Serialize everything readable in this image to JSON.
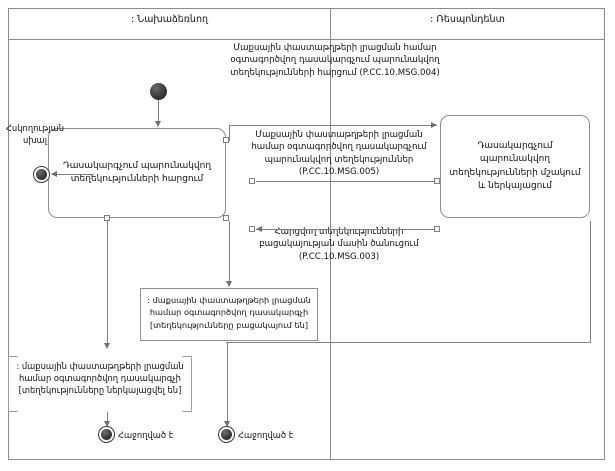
{
  "diagram": {
    "type": "uml-activity-diagram",
    "language": "hy",
    "frame_border_color": "#888c8f",
    "line_color": "#7d8184",
    "text_color": "#111111"
  },
  "lanes": [
    {
      "id": "initiator",
      "title": ": Նախաձեռնող"
    },
    {
      "id": "respondent",
      "title": ": Ռեսպոնդենտ"
    }
  ],
  "nodes": {
    "start": {
      "name": "initial-node"
    },
    "activity_request": {
      "label": "Դասակարգչում պարունակվող տեղեկությունների հարցում"
    },
    "activity_process": {
      "label": "Դասակարգչում պարունակվող տեղեկությունների մշակում և ներկայացում"
    },
    "end_error": {
      "name": "final-node-error"
    },
    "end_left": {
      "name": "final-node-left",
      "label": "Հաջողված է"
    },
    "end_right": {
      "name": "final-node-right",
      "label": "Հաջողված է"
    }
  },
  "messages": {
    "msg_004": "Մաքսային փաստաթղթերի լրացման համար օգտագործվող դասակարգչում պարունակվող տեղեկությունների հարցում (P.CC.10.MSG.004)",
    "msg_005": "Մաքսային փաստաթղթերի լրացման համար օգտագործվող դասակարգչում պարունակվող տեղեկություններ (P.CC.10.MSG.005)",
    "msg_003": "Հարցվող տեղեկությունների բացակայության մասին ծանուցում (P.CC.10.MSG.003)"
  },
  "labels": {
    "error_flow": "Հսկողության սխալ",
    "note_absent": ": մաքսային փաստաթղթերի լրացման համար օգտագործվող դասակարգչի [տեղեկությունները բացակայում են]",
    "state_presented": ": մաքսային փաստաթղթերի լրացման համար օգտագործվող դասակարգչի [տեղեկությունները ներկայացվել են]"
  }
}
